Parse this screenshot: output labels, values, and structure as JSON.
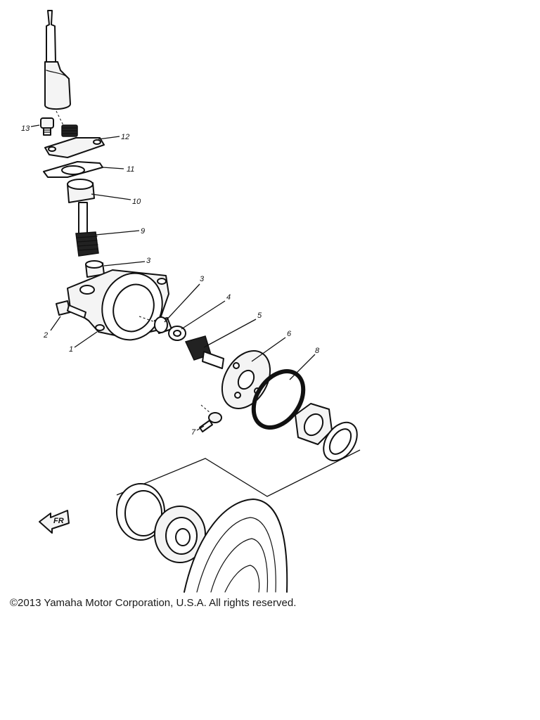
{
  "diagram": {
    "callouts": [
      "13",
      "12",
      "11",
      "10",
      "9",
      "3",
      "3",
      "4",
      "5",
      "6",
      "8",
      "2",
      "1",
      "7"
    ],
    "front_arrow_label": "FR"
  },
  "footer": {
    "copyright": "©2013 Yamaha Motor Corporation, U.S.A. All rights reserved."
  }
}
